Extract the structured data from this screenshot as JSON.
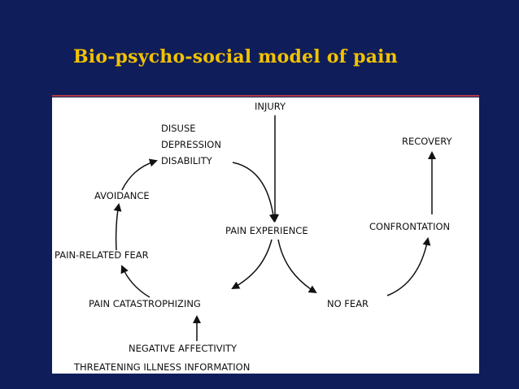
{
  "slide": {
    "title": "Bio-psycho-social model of pain"
  },
  "diagram": {
    "nodes": {
      "injury": "INJURY",
      "disuse": "DISUSE",
      "depression": "DEPRESSION",
      "disability": "DISABILITY",
      "avoidance": "AVOIDANCE",
      "pain_related_fear": "PAIN-RELATED FEAR",
      "pain_catastrophizing": "PAIN CATASTROPHIZING",
      "pain_experience": "PAIN EXPERIENCE",
      "no_fear": "NO FEAR",
      "confrontation": "CONFRONTATION",
      "recovery": "RECOVERY",
      "negative_affectivity": "NEGATIVE AFFECTIVITY",
      "threatening_illness_information": "THREATENING ILLNESS INFORMATION"
    }
  },
  "colors": {
    "background": "#0f1e5a",
    "title": "#f2c200",
    "divider": "#b43c46",
    "panel": "#ffffff",
    "ink": "#111111"
  }
}
